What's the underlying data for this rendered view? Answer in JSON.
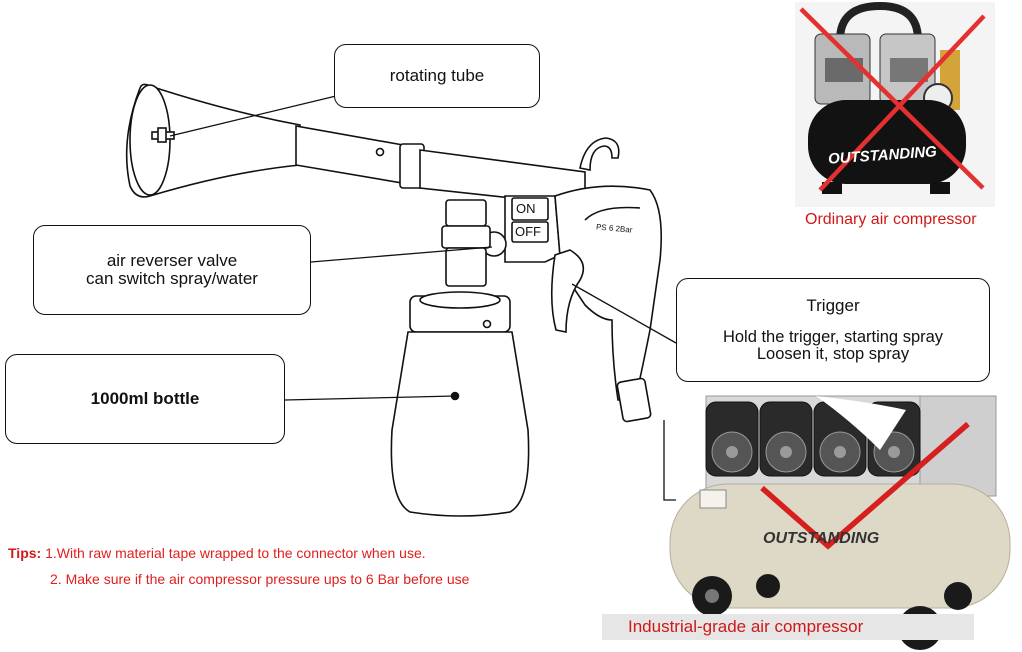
{
  "callouts": {
    "rotating_tube": "rotating tube",
    "air_valve_line1": "air reverser valve",
    "air_valve_line2": "can switch spray/water",
    "bottle": "1000ml bottle",
    "trigger_title": "Trigger",
    "trigger_line1": "Hold the trigger, starting spray",
    "trigger_line2": "Loosen it, stop spray"
  },
  "gun_labels": {
    "on": "ON",
    "off": "OFF",
    "pressure": "PS 6 2Bar"
  },
  "tips": {
    "label": "Tips:",
    "tip1": " 1.With raw material tape wrapped to the connector when use.",
    "tip2": "2. Make sure if the air compressor pressure ups to 6 Bar before use"
  },
  "compressors": {
    "ordinary_caption": "Ordinary air compressor",
    "industrial_caption": "Industrial-grade air compressor",
    "brand": "OUTSTANDING"
  },
  "colors": {
    "tip_red": "#e11d1d",
    "cross_red": "#e53030",
    "check_red": "#d62020",
    "tank_beige": "#ded9c6",
    "ordinary_tank": "#121212"
  }
}
